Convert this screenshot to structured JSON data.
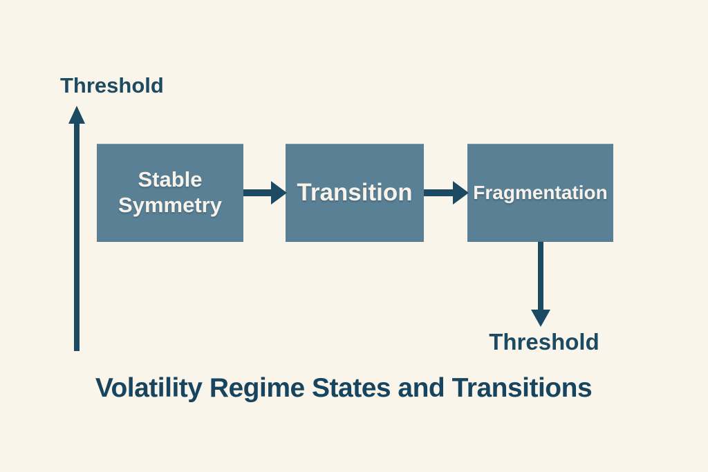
{
  "title": "Volatility Regime States and Transitions",
  "colors": {
    "background": "#faf5ea",
    "node_fill": "#5a8096",
    "node_text": "#f7f3ea",
    "accent_dark_teal": "#1c4a63",
    "title_text": "#17455f"
  },
  "axis": {
    "top_label": "Threshold"
  },
  "nodes": [
    {
      "label": "Stable Symmetry"
    },
    {
      "label": "Transition"
    },
    {
      "label": "Fragmentation"
    }
  ],
  "arrows": [
    {
      "name": "threshold-axis",
      "direction": "up"
    },
    {
      "name": "stable-to-transition",
      "direction": "right"
    },
    {
      "name": "transition-to-fragmentation",
      "direction": "right"
    },
    {
      "name": "fragmentation-to-threshold",
      "direction": "down"
    }
  ],
  "bottom_label": "Threshold"
}
